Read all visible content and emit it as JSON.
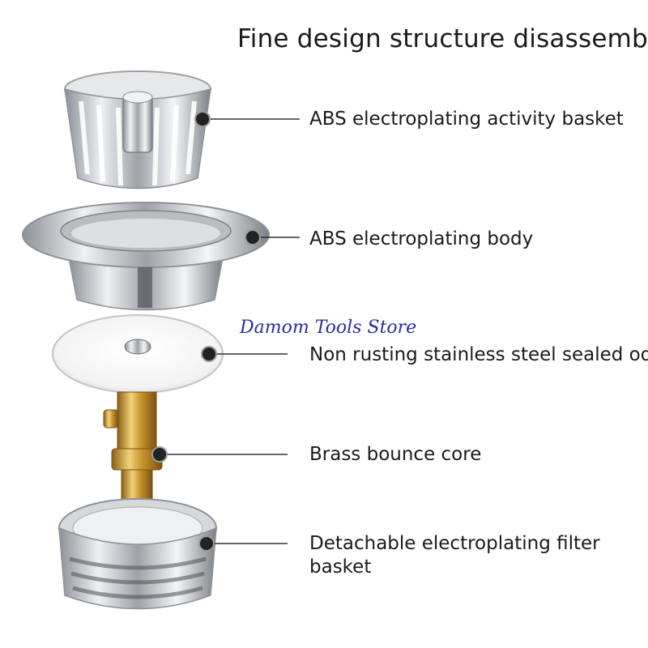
{
  "title": "Fine design structure disassembly",
  "watermark": "Damom Tools Store",
  "parts": [
    {
      "label": "ABS electroplating activity basket"
    },
    {
      "label": "ABS electroplating body"
    },
    {
      "label": "Non rusting stainless steel sealed odor"
    },
    {
      "label": "Brass bounce core"
    },
    {
      "label": "Detachable electroplating filter basket"
    }
  ],
  "colors": {
    "chrome": "#c9ccd1",
    "brass": "#c99a3a",
    "text": "#1a1a1a",
    "watermark": "#2b2ba8"
  }
}
